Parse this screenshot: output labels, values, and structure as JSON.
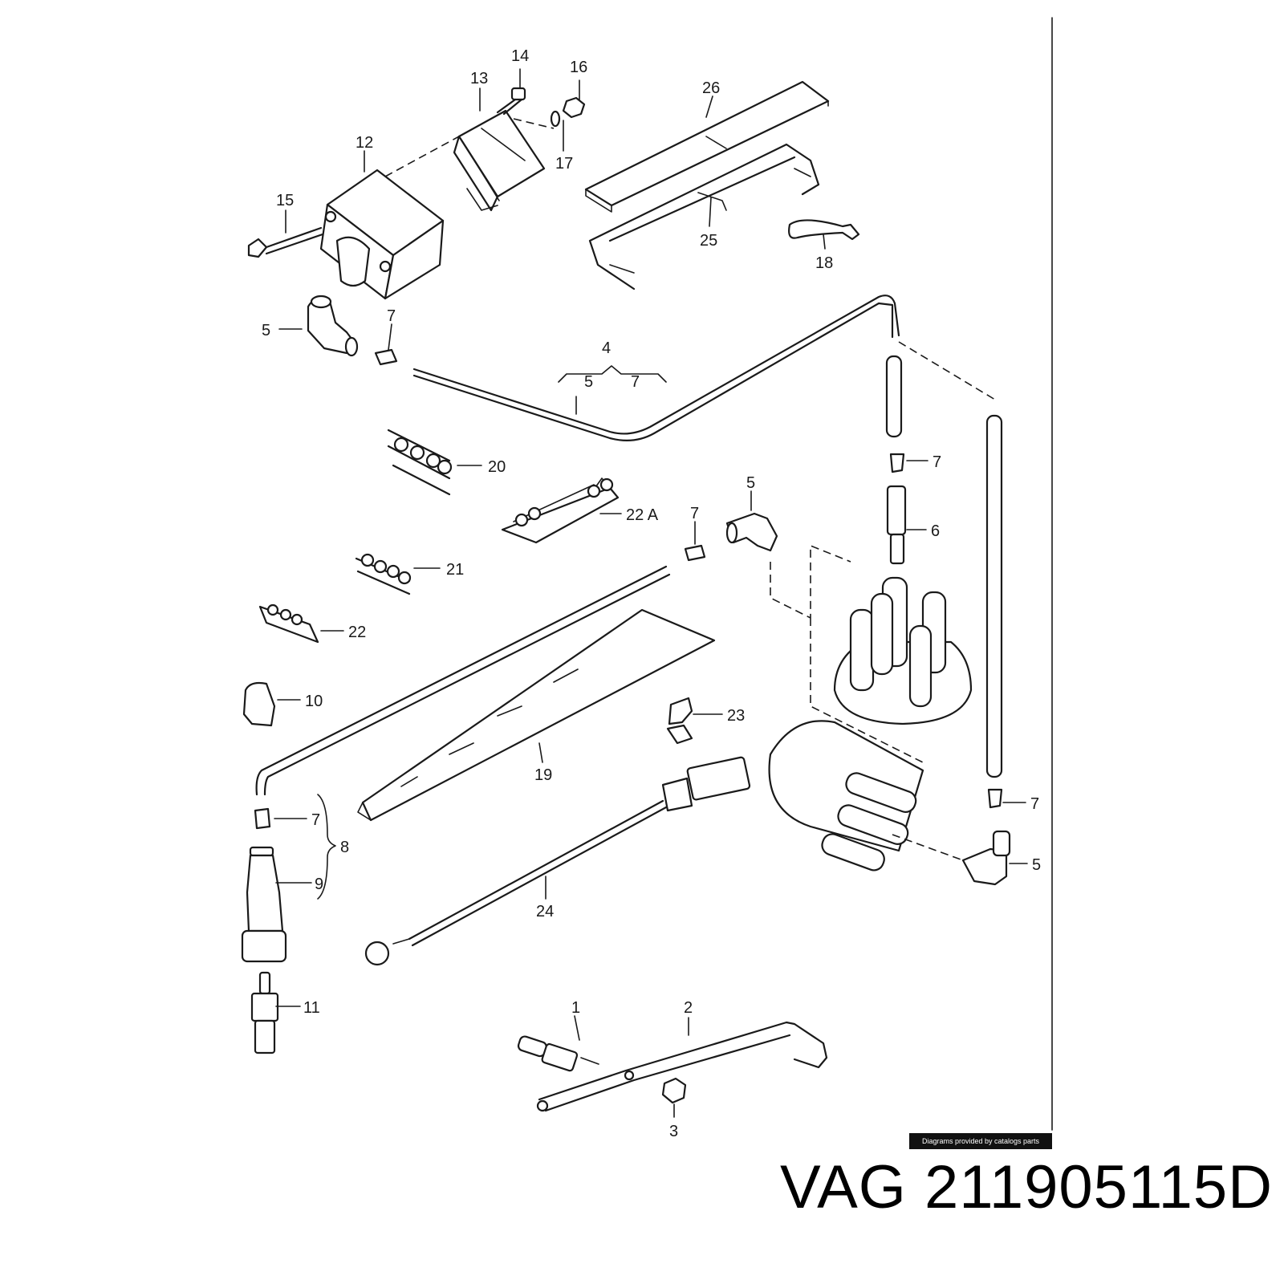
{
  "diagram": {
    "callouts": [
      {
        "id": "c14",
        "text": "14"
      },
      {
        "id": "c16",
        "text": "16"
      },
      {
        "id": "c13",
        "text": "13"
      },
      {
        "id": "c26",
        "text": "26"
      },
      {
        "id": "c12",
        "text": "12"
      },
      {
        "id": "c17",
        "text": "17"
      },
      {
        "id": "c15",
        "text": "15"
      },
      {
        "id": "c25",
        "text": "25"
      },
      {
        "id": "c18",
        "text": "18"
      },
      {
        "id": "c5a",
        "text": "5"
      },
      {
        "id": "c7a",
        "text": "7"
      },
      {
        "id": "c4",
        "text": "4"
      },
      {
        "id": "c4-5",
        "text": "5"
      },
      {
        "id": "c4-7",
        "text": "7"
      },
      {
        "id": "c20",
        "text": "20"
      },
      {
        "id": "c7b",
        "text": "7"
      },
      {
        "id": "c5b",
        "text": "5"
      },
      {
        "id": "c22a",
        "text": "22 A"
      },
      {
        "id": "c7c",
        "text": "7"
      },
      {
        "id": "c6",
        "text": "6"
      },
      {
        "id": "c21",
        "text": "21"
      },
      {
        "id": "c22",
        "text": "22"
      },
      {
        "id": "c10",
        "text": "10"
      },
      {
        "id": "c23",
        "text": "23"
      },
      {
        "id": "c19",
        "text": "19"
      },
      {
        "id": "c7d",
        "text": "7"
      },
      {
        "id": "c8",
        "text": "8"
      },
      {
        "id": "c7e",
        "text": "7"
      },
      {
        "id": "c9",
        "text": "9"
      },
      {
        "id": "c5c",
        "text": "5"
      },
      {
        "id": "c24",
        "text": "24"
      },
      {
        "id": "c11",
        "text": "11"
      },
      {
        "id": "c1",
        "text": "1"
      },
      {
        "id": "c2",
        "text": "2"
      },
      {
        "id": "c3",
        "text": "3"
      }
    ],
    "credit": "Diagrams provided by catalogs parts"
  },
  "part_number": "VAG 211905115D"
}
